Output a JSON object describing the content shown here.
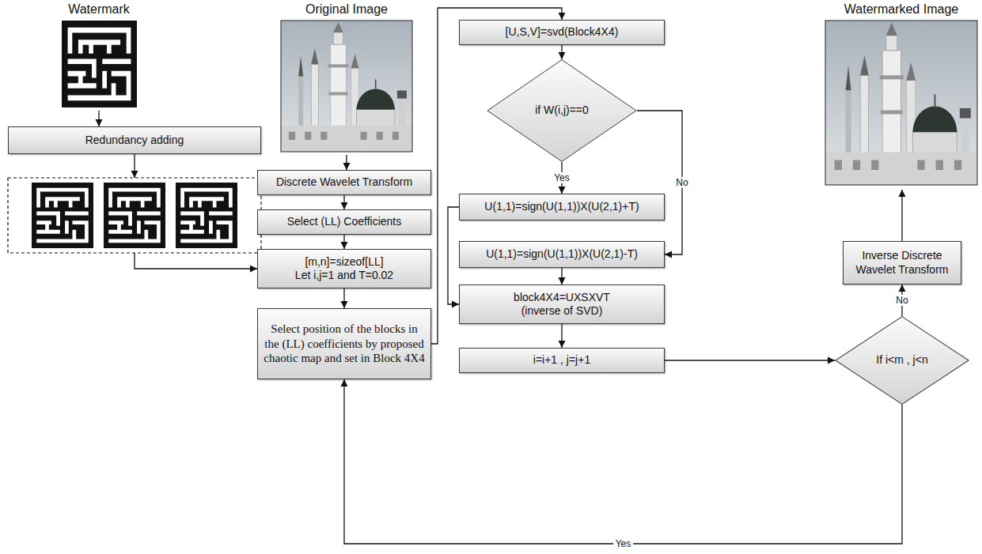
{
  "diagram": {
    "nodes": [
      {
        "text": [
          "Watermark"
        ]
      },
      {
        "text": [
          "Redundancy adding"
        ]
      },
      {
        "text": [
          "Original Image"
        ]
      },
      {
        "text": [
          "Discrete Wavelet Transform"
        ]
      },
      {
        "text": [
          "Select (LL) Coefficients"
        ]
      },
      {
        "text": [
          "[m,n]=sizeof[LL]",
          "Let i,j=1 and T=0.02"
        ]
      },
      {
        "text": [
          "Select position of the blocks in the (LL) coefficients by proposed chaotic map and set in Block 4X4"
        ]
      },
      {
        "text": [
          "[U,S,V]=svd(Block4X4)"
        ]
      },
      {
        "text": [
          "if W(i,j)==0"
        ]
      },
      {
        "text": [
          "U(1,1)=sign(U(1,1))X(U(2,1)+T)"
        ]
      },
      {
        "text": [
          "U(1,1)=sign(U(1,1))X(U(2,1)-T)"
        ]
      },
      {
        "text": [
          "block4X4=UXSXVT",
          "(inverse of SVD)"
        ]
      },
      {
        "text": [
          "i=i+1 , j=j+1"
        ]
      },
      {
        "text": [
          "If i<m , j<n"
        ]
      },
      {
        "text": [
          "Inverse Discrete Wavelet Transform"
        ]
      },
      {
        "text": [
          "Watermarked Image"
        ]
      }
    ],
    "edges": [
      {
        "from": 0,
        "to": 1,
        "arrow": "to"
      },
      {
        "from": 2,
        "to": 3,
        "arrow": "to"
      },
      {
        "from": 3,
        "to": 4,
        "arrow": "to"
      },
      {
        "from": 4,
        "to": 5,
        "arrow": "to"
      },
      {
        "from": 5,
        "to": 6,
        "arrow": "to"
      },
      {
        "from": 6,
        "to": 7,
        "arrow": "to"
      },
      {
        "from": 7,
        "to": 8,
        "arrow": "to"
      },
      {
        "from": 8,
        "to": 9,
        "label": "Yes",
        "arrow": "to"
      },
      {
        "from": 8,
        "to": 10,
        "label": "No",
        "arrow": "to"
      },
      {
        "from": 9,
        "to": 11,
        "arrow": "to"
      },
      {
        "from": 10,
        "to": 11,
        "arrow": "to"
      },
      {
        "from": 11,
        "to": 12,
        "arrow": "to"
      },
      {
        "from": 12,
        "to": 13,
        "arrow": "to"
      },
      {
        "from": 13,
        "to": 14,
        "label": "No",
        "arrow": "to"
      },
      {
        "from": 14,
        "to": 15,
        "arrow": "to"
      },
      {
        "from": 13,
        "to": 6,
        "label": "Yes",
        "arrow": "to"
      }
    ]
  }
}
